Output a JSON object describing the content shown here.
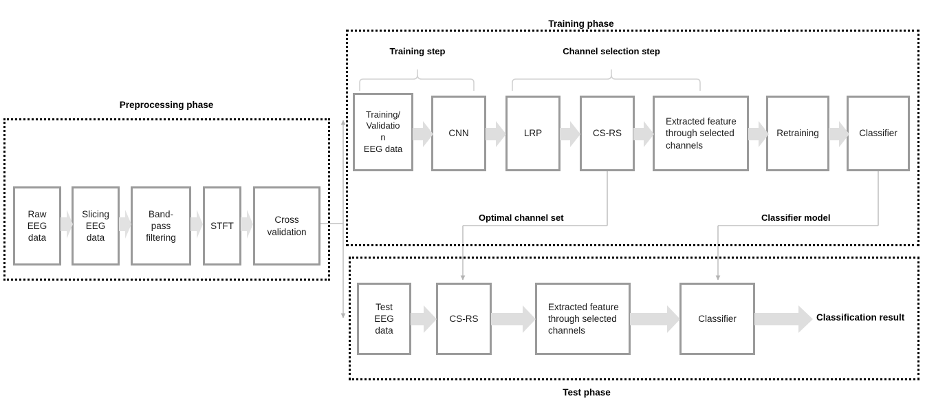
{
  "diagram": {
    "title_hidden": "EEG channel-selection pipeline",
    "colors": {
      "box_border": "#9a9a9a",
      "arrow_fill": "#dcdcdc",
      "connector": "#b4b4b4",
      "dashed_border": "#000000",
      "text": "#1a1a1a"
    }
  },
  "preprocessing": {
    "caption": "Preprocessing phase",
    "boxes": [
      {
        "id": "raw-eeg-data",
        "label": "Raw\nEEG\ndata"
      },
      {
        "id": "slicing-eeg-data",
        "label": "Slicing\nEEG\ndata"
      },
      {
        "id": "band-pass-filtering",
        "label": "Band-\npass\nfiltering"
      },
      {
        "id": "stft",
        "label": "STFT"
      },
      {
        "id": "cross-validation",
        "label": "Cross\nvalidation"
      }
    ]
  },
  "training": {
    "caption": "Training phase",
    "steps": [
      {
        "id": "training-step",
        "label": "Training step"
      },
      {
        "id": "channel-selection-step",
        "label": "Channel selection step"
      }
    ],
    "boxes": [
      {
        "id": "training-validation-eeg-data",
        "label": "Training/\nValidatio\nn\nEEG data"
      },
      {
        "id": "cnn",
        "label": "CNN"
      },
      {
        "id": "lrp",
        "label": "LRP"
      },
      {
        "id": "cs-rs",
        "label": "CS-RS"
      },
      {
        "id": "extracted-feature",
        "label": "Extracted feature\nthrough selected\nchannels"
      },
      {
        "id": "retraining",
        "label": "Retraining"
      },
      {
        "id": "classifier",
        "label": "Classifier"
      }
    ]
  },
  "transfer_labels": [
    {
      "id": "optimal-channel-set",
      "label": "Optimal channel set"
    },
    {
      "id": "classifier-model",
      "label": "Classifier model"
    }
  ],
  "test": {
    "caption": "Test phase",
    "boxes": [
      {
        "id": "test-eeg-data",
        "label": "Test\nEEG\ndata"
      },
      {
        "id": "test-cs-rs",
        "label": "CS-RS"
      },
      {
        "id": "test-extracted-feature",
        "label": "Extracted feature\nthrough selected\nchannels"
      },
      {
        "id": "test-classifier",
        "label": "Classifier"
      }
    ],
    "result": {
      "id": "classification-result",
      "label": "Classification result"
    }
  }
}
